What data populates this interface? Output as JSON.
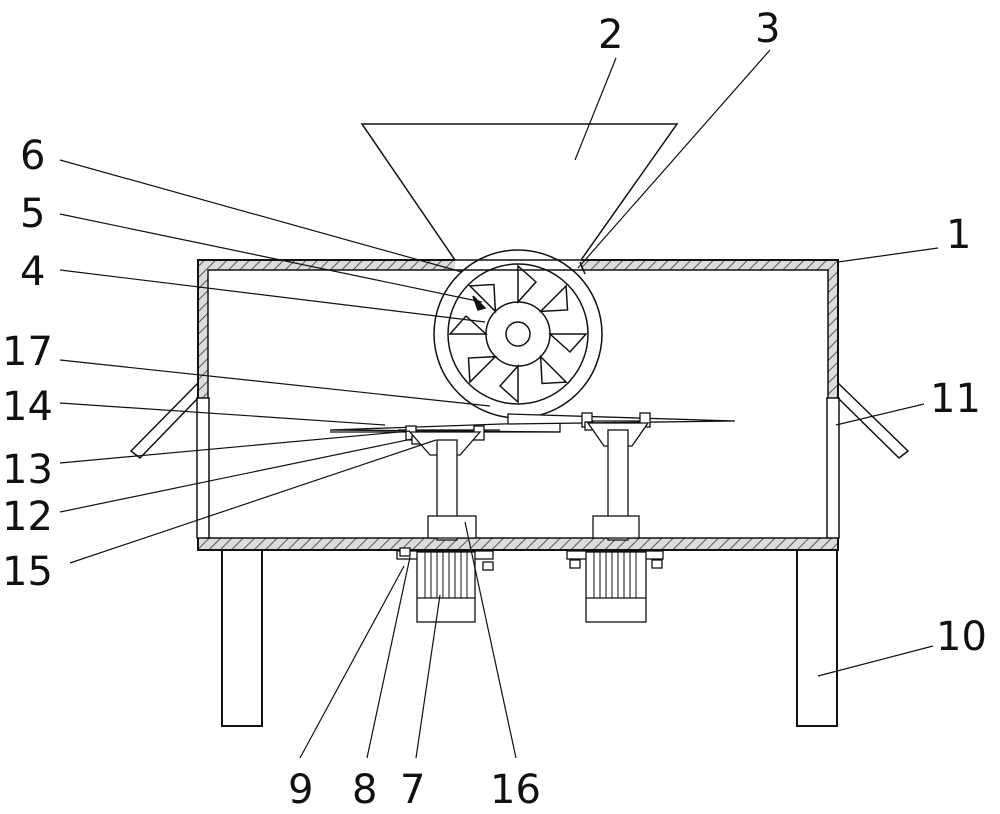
{
  "callouts": [
    {
      "id": "n1",
      "text": "1"
    },
    {
      "id": "n2",
      "text": "2"
    },
    {
      "id": "n3",
      "text": "3"
    },
    {
      "id": "n4",
      "text": "4"
    },
    {
      "id": "n5",
      "text": "5"
    },
    {
      "id": "n6",
      "text": "6"
    },
    {
      "id": "n7",
      "text": "7"
    },
    {
      "id": "n8",
      "text": "8"
    },
    {
      "id": "n9",
      "text": "9"
    },
    {
      "id": "n10",
      "text": "10"
    },
    {
      "id": "n11",
      "text": "11"
    },
    {
      "id": "n12",
      "text": "12"
    },
    {
      "id": "n13",
      "text": "13"
    },
    {
      "id": "n14",
      "text": "14"
    },
    {
      "id": "n15",
      "text": "15"
    },
    {
      "id": "n16",
      "text": "16"
    },
    {
      "id": "n17",
      "text": "17"
    }
  ],
  "colors": {
    "line": "#111111",
    "hatch": "#555555",
    "background": "#ffffff"
  }
}
